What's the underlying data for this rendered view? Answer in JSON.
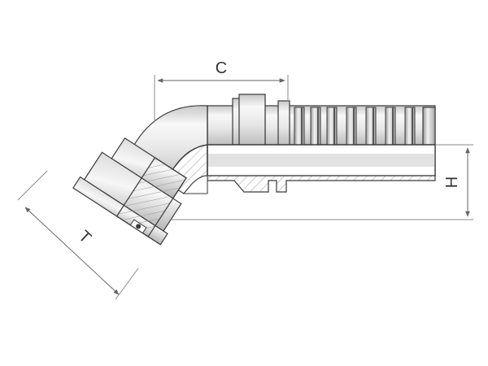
{
  "drawing": {
    "dimensions": {
      "c": "C",
      "h": "H",
      "t": "T"
    },
    "colors": {
      "outline": "#3a3a3a",
      "dimension_line": "#8a8a8a",
      "hatch": "#9a9a9a",
      "body_light": "#f4f4f4",
      "body_mid": "#dcdcdc",
      "body_dark": "#b8b8b8"
    }
  }
}
